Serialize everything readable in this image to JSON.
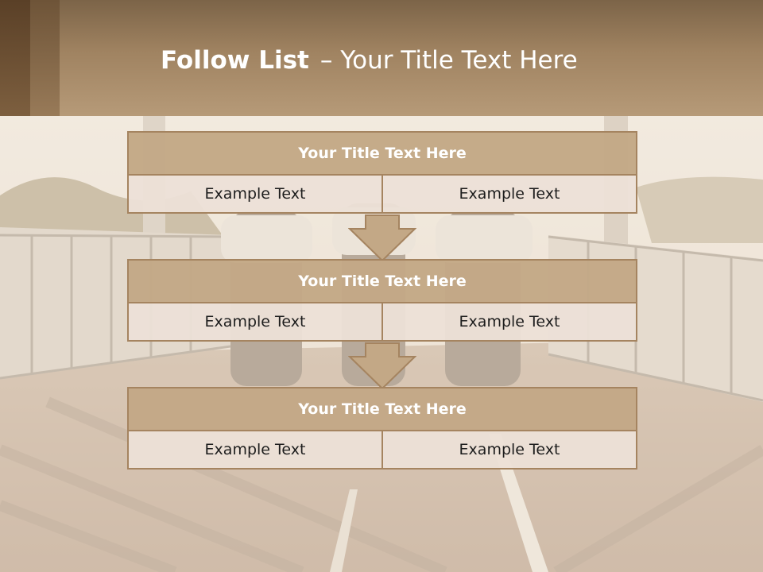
{
  "header": {
    "title_bold": "Follow List",
    "title_separator": "–",
    "title_rest": "Your Title Text Here"
  },
  "blocks": [
    {
      "title": "Your Title Text Here",
      "cells": [
        "Example Text",
        "Example Text"
      ]
    },
    {
      "title": "Your Title Text Here",
      "cells": [
        "Example Text",
        "Example Text"
      ]
    },
    {
      "title": "Your Title Text Here",
      "cells": [
        "Example Text",
        "Example Text"
      ]
    }
  ],
  "colors": {
    "header": "#a08361",
    "block_title_fill": "#c3a886",
    "block_border": "#a58460",
    "cell_fill": "#ece0d7",
    "arrow_fill": "#c3a886"
  }
}
